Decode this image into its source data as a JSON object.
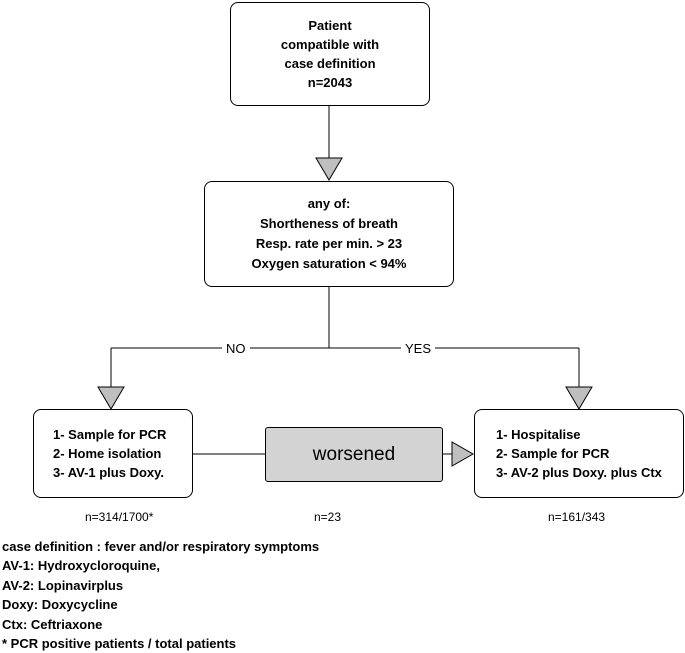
{
  "nodes": {
    "patient": [
      "Patient",
      "compatible with",
      "case definition",
      "n=2043"
    ],
    "criteria": [
      "any of:",
      "Shortheness of breath",
      "Resp. rate per min. > 23",
      "Oxygen saturation < 94%"
    ],
    "home": [
      "1- Sample for PCR",
      "2- Home isolation",
      "3- AV-1 plus Doxy."
    ],
    "hospital": [
      "1- Hospitalise",
      "2- Sample for PCR",
      "3- AV-2 plus Doxy. plus Ctx"
    ],
    "worsened": "worsened"
  },
  "branch_labels": {
    "no": "NO",
    "yes": "YES"
  },
  "counts": {
    "home": "n=314/1700*",
    "worsened": "n=23",
    "hospital": "n=161/343"
  },
  "legend": [
    "case definition : fever and/or respiratory symptoms",
    "AV-1: Hydroxycloroquine,",
    "AV-2: Lopinavirplus",
    "Doxy: Doxycycline",
    "Ctx: Ceftriaxone",
    "* PCR positive patients / total patients"
  ],
  "colors": {
    "arrowhead": "#bfbfbf",
    "worsened_fill": "#d3d3d3"
  }
}
